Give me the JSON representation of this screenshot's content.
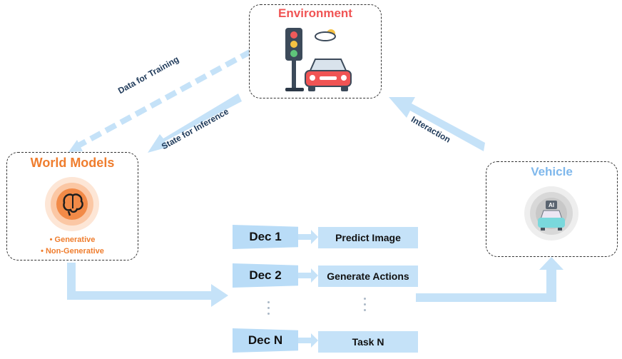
{
  "environment": {
    "title": "Environment"
  },
  "world_models": {
    "title": "World Models",
    "items": [
      "• Generative",
      "• Non-Generative"
    ]
  },
  "vehicle": {
    "title": "Vehicle",
    "ai_label": "AI"
  },
  "arrows": {
    "data_for_training": "Data for Training",
    "state_for_inference": "State for Inference",
    "interaction": "Interaction"
  },
  "decoders": [
    {
      "dec": "Dec 1",
      "task": "Predict Image"
    },
    {
      "dec": "Dec 2",
      "task": "Generate Actions"
    },
    {
      "dec": "Dec N",
      "task": "Task N"
    }
  ],
  "colors": {
    "environment_title": "#f05454",
    "world_models_title": "#ef7d2e",
    "vehicle_title": "#7fb8ec",
    "arrow_fill": "#c5e2f8",
    "dec_fill": "#b9dcf7",
    "text_dark": "#1f3a5a"
  }
}
